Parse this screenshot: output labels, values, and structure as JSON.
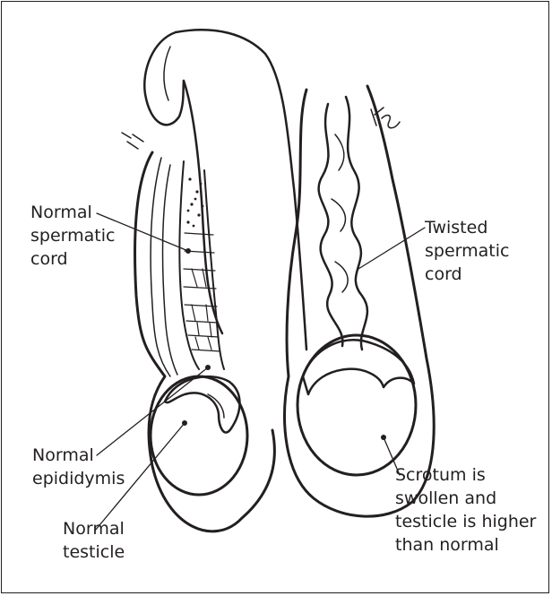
{
  "labels": {
    "normal_spermatic_cord": [
      "Normal",
      "spermatic",
      "cord"
    ],
    "twisted_spermatic_cord": [
      "Twisted",
      "spermatic",
      "cord"
    ],
    "normal_epididymis": [
      "Normal",
      "epididymis"
    ],
    "normal_testicle": [
      "Normal",
      "testicle"
    ],
    "scrotum_note": [
      "Scrotum is",
      "swollen and",
      "testicle is higher",
      "than normal"
    ]
  },
  "colors": {
    "ink": "#231f20",
    "background": "#ffffff"
  }
}
